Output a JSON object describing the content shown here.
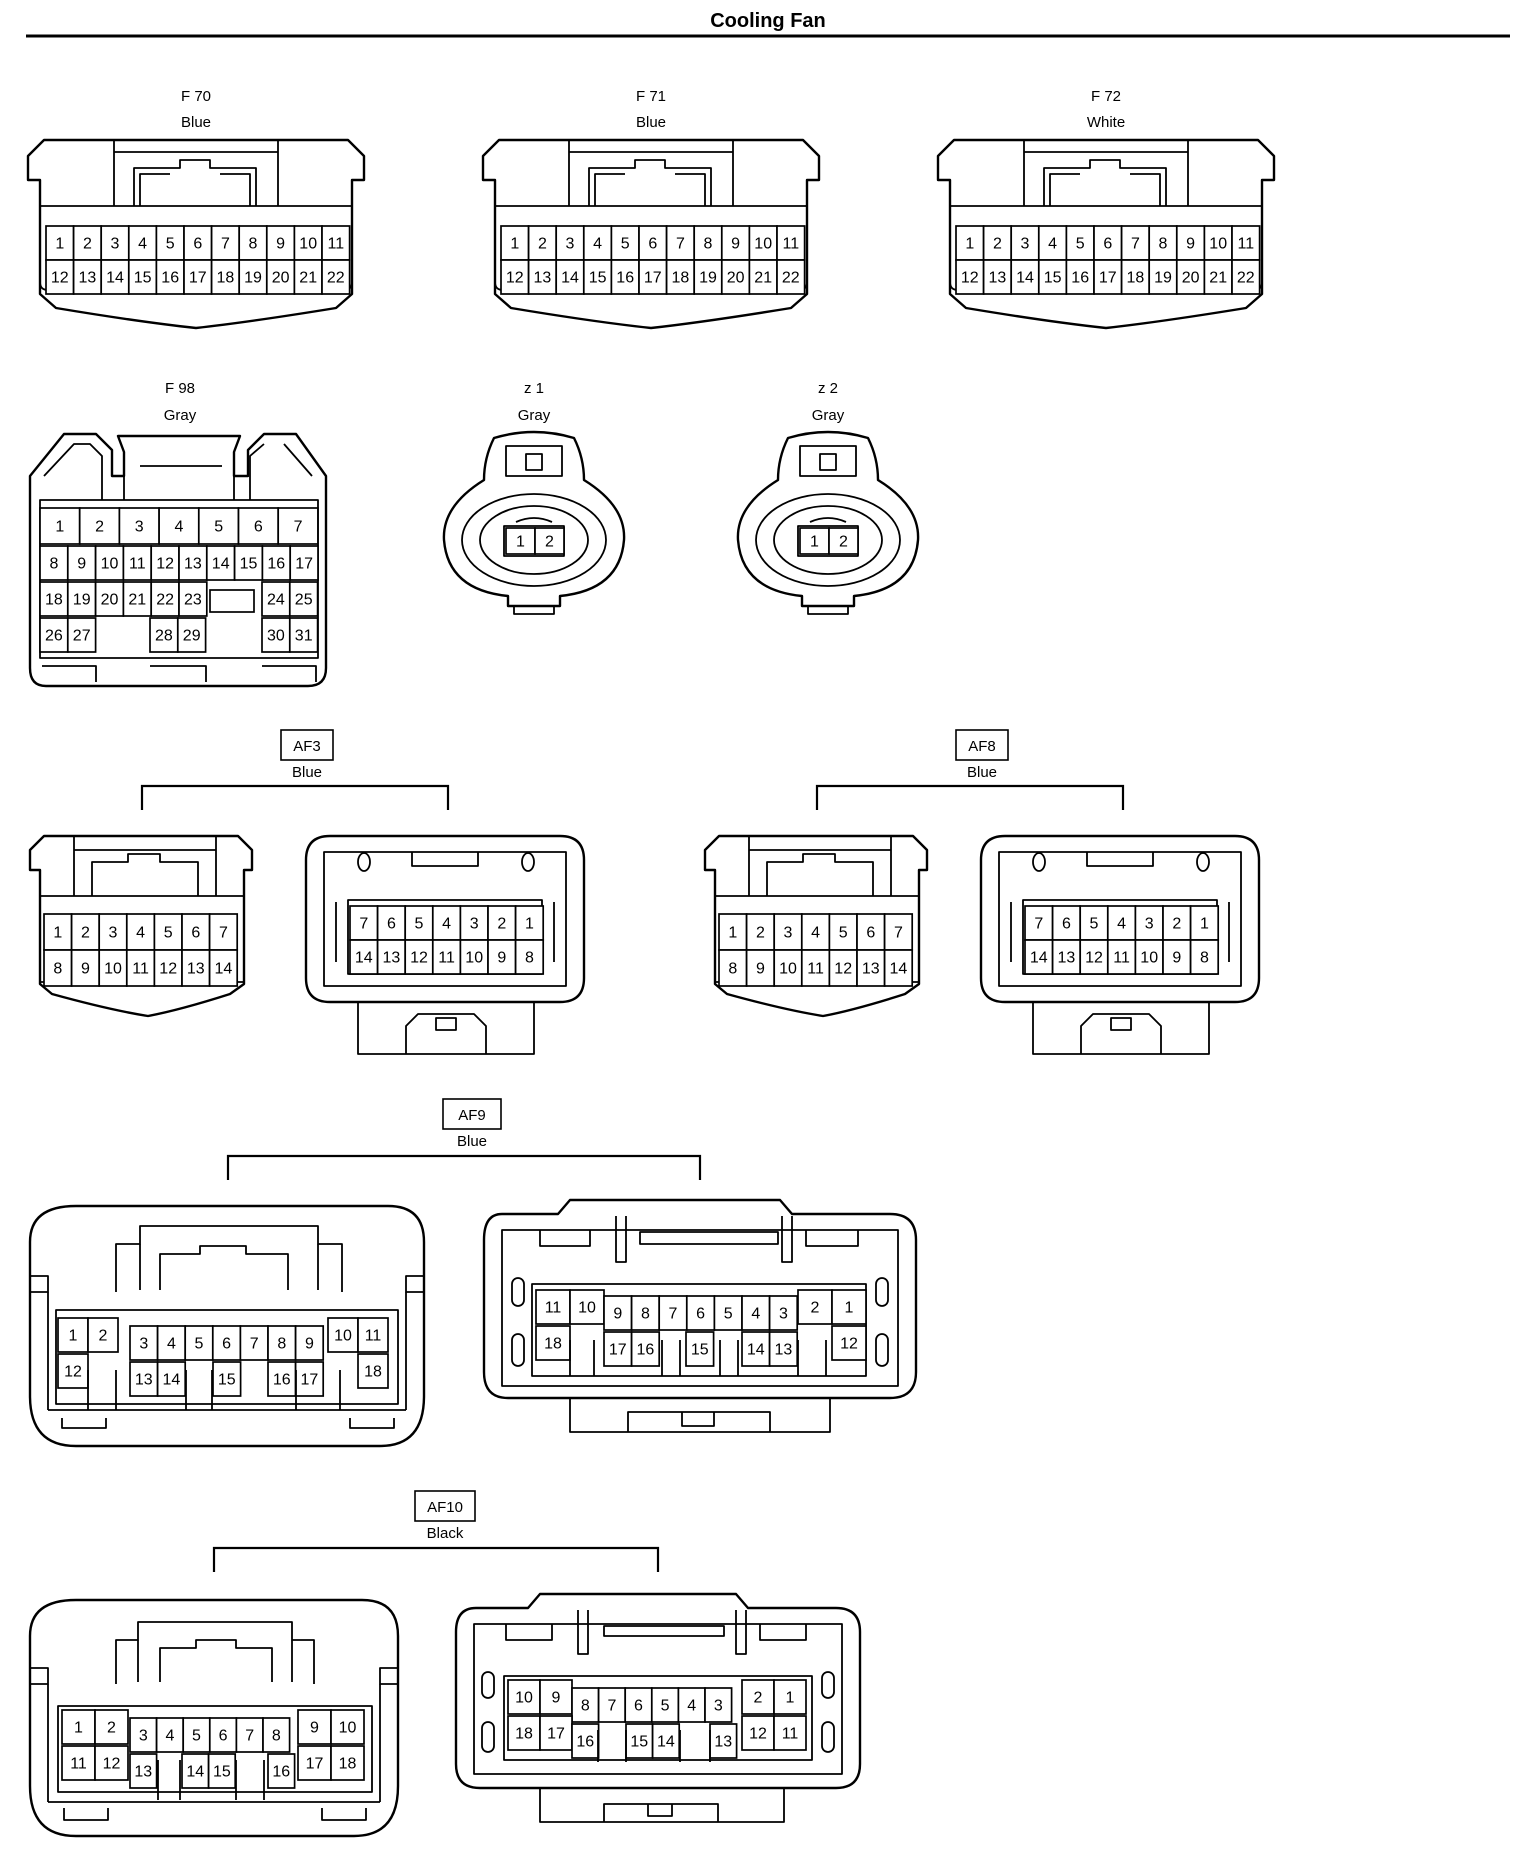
{
  "page": {
    "title": "Cooling Fan"
  },
  "connectors": [
    {
      "id": "F70",
      "code": "F 70",
      "color": "Blue",
      "pins": 22
    },
    {
      "id": "F71",
      "code": "F 71",
      "color": "Blue",
      "pins": 22
    },
    {
      "id": "F72",
      "code": "F 72",
      "color": "White",
      "pins": 22
    },
    {
      "id": "F98",
      "code": "F 98",
      "color": "Gray",
      "pins": 31
    },
    {
      "id": "z1",
      "code": "z 1",
      "color": "Gray",
      "pins": 2
    },
    {
      "id": "z2",
      "code": "z 2",
      "color": "Gray",
      "pins": 2
    }
  ],
  "junctions": [
    {
      "id": "AF3",
      "code": "AF3",
      "color": "Blue",
      "pins": 14
    },
    {
      "id": "AF8",
      "code": "AF8",
      "color": "Blue",
      "pins": 14
    },
    {
      "id": "AF9",
      "code": "AF9",
      "color": "Blue",
      "pins": 18
    },
    {
      "id": "AF10",
      "code": "AF10",
      "color": "Black",
      "pins": 18
    }
  ]
}
